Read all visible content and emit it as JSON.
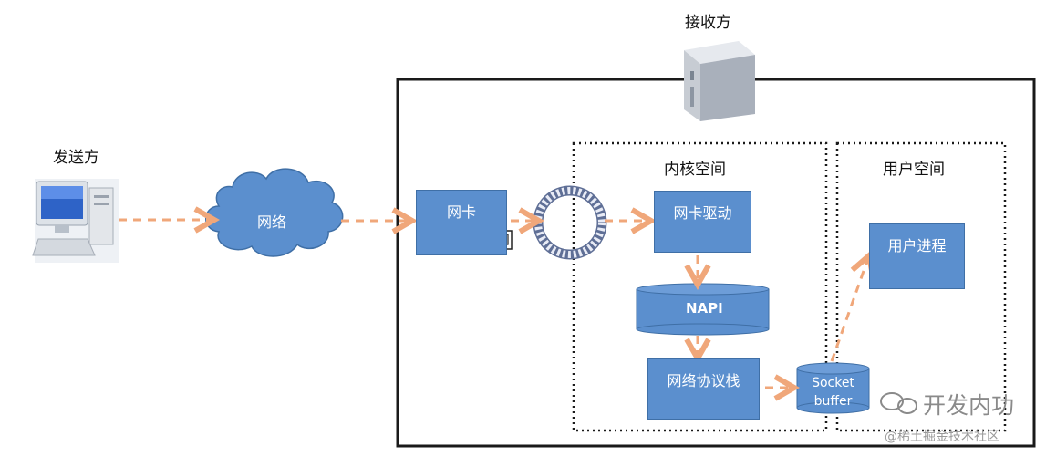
{
  "sender": {
    "label": "发送方",
    "icon": "desktop-computer-icon"
  },
  "network": {
    "label": "网络",
    "icon": "cloud-icon"
  },
  "receiver": {
    "label": "接收方",
    "icon": "server-icon"
  },
  "nic": {
    "label": "网卡",
    "port_icon": "ethernet-port-icon"
  },
  "ring_buffer": {
    "icon": "ring-buffer-icon"
  },
  "kernel_space": {
    "label": "内核空间",
    "driver": "网卡驱动",
    "napi": "NAPI",
    "stack": "网络协议栈"
  },
  "socket_buffer": {
    "line1": "Socket",
    "line2": "buffer"
  },
  "user_space": {
    "label": "用户空间",
    "process": "用户进程"
  },
  "watermark": {
    "brand": "开发内功",
    "site": "@稀土掘金技术社区"
  },
  "colors": {
    "box_fill": "#5b8fce",
    "arrow": "#f0a77a",
    "frame": "#1a1a1a"
  }
}
